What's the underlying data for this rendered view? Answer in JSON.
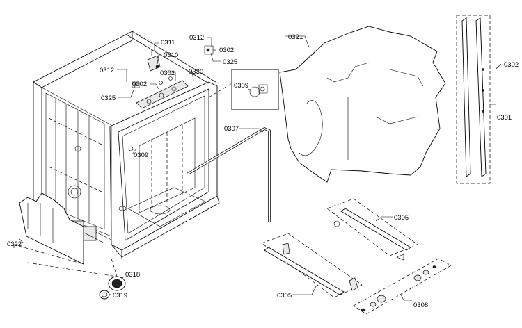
{
  "callouts": [
    {
      "id": "tub-0311",
      "text": "0311"
    },
    {
      "id": "tub-0310",
      "text": "0310"
    },
    {
      "id": "tub-0312-left",
      "text": "0312"
    },
    {
      "id": "tub-0302-a",
      "text": "0302"
    },
    {
      "id": "tub-0330",
      "text": "0330"
    },
    {
      "id": "tub-0302-b",
      "text": "0302"
    },
    {
      "id": "tub-0325-left",
      "text": "0325"
    },
    {
      "id": "top-0312",
      "text": "0312"
    },
    {
      "id": "top-0302",
      "text": "0302"
    },
    {
      "id": "top-0325",
      "text": "0325"
    },
    {
      "id": "inset-0309",
      "text": "0309"
    },
    {
      "id": "tub-0309",
      "text": "0309"
    },
    {
      "id": "hose-0307",
      "text": "0307"
    },
    {
      "id": "insul-0321",
      "text": "0321"
    },
    {
      "id": "strip-0302",
      "text": "0302"
    },
    {
      "id": "strip-0301",
      "text": "0301"
    },
    {
      "id": "rail-0305-upper",
      "text": "0305"
    },
    {
      "id": "rail-0305-lower",
      "text": "0305"
    },
    {
      "id": "kit-0308",
      "text": "0308"
    },
    {
      "id": "side-0322",
      "text": "0322"
    },
    {
      "id": "cap-0318",
      "text": "0318"
    },
    {
      "id": "ring-0319",
      "text": "0319"
    }
  ]
}
